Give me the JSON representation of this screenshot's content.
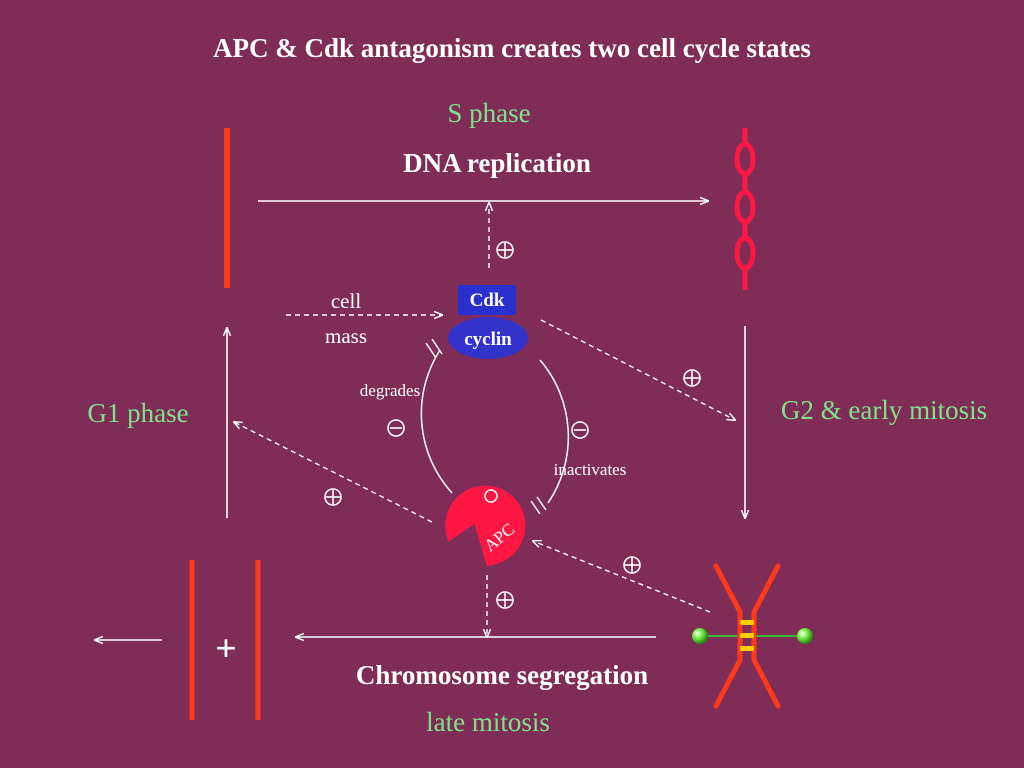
{
  "title": "APC & Cdk antagonism creates two cell cycle states",
  "top": {
    "phase": "S phase",
    "process": "DNA replication"
  },
  "left": {
    "phase": "G1 phase"
  },
  "right": {
    "phase": "G2 & early mitosis"
  },
  "bottom": {
    "process": "Chromosome segregation",
    "phase": "late mitosis"
  },
  "center": {
    "cell_mass_line1": "cell",
    "cell_mass_line2": "mass",
    "cdk_label": "Cdk",
    "cyclin_label": "cyclin",
    "apc_label": "APC",
    "degrades_label": "degrades",
    "inactivates_label": "inactivates"
  },
  "cytokinesis_symbol": "+",
  "colors": {
    "background": "#7f2d56",
    "chromosome": "#ff3a1a",
    "replicated_chromosome": "#ff1744",
    "cdk_box": "#2a2fd0",
    "cyclin_oval": "#3333cc",
    "apc": "#ff1744",
    "phase_text": "#7fe38a",
    "spindle_pole": "#66dd33",
    "kinetochore": "#ffcc00"
  }
}
